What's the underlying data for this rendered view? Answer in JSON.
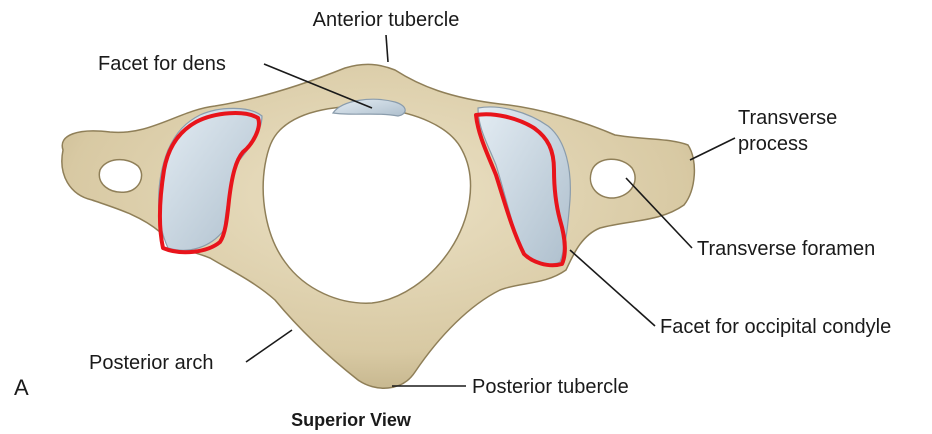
{
  "figure": {
    "panel_letter": "A",
    "view_title": "Superior View",
    "labels": {
      "anterior_tubercle": "Anterior tubercle",
      "facet_for_dens": "Facet for dens",
      "transverse_process_line1": "Transverse",
      "transverse_process_line2": "process",
      "transverse_foramen": "Transverse foramen",
      "facet_for_occipital_condyle": "Facet for occipital condyle",
      "posterior_arch": "Posterior arch",
      "posterior_tubercle": "Posterior tubercle"
    },
    "colors": {
      "bone": "#ddd0ae",
      "bone_shadow": "#b9a97f",
      "bone_outline": "#8f7f58",
      "articular_facet": "#c9d8e3",
      "highlight_outline": "#e8141b"
    }
  }
}
